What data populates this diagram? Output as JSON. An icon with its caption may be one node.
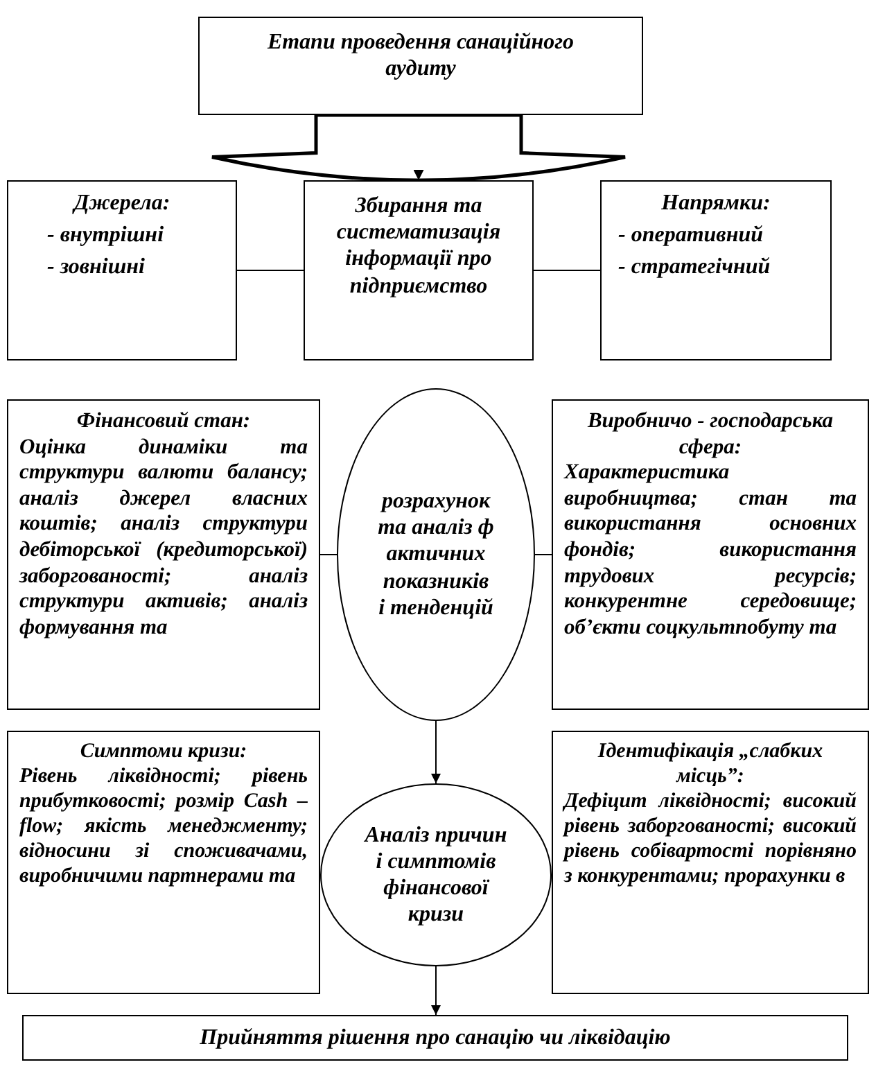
{
  "diagram": {
    "nodes": [
      {
        "text": [
          "Етапи проведення санаційного аудиту"
        ]
      },
      {
        "text": [
          "Джерела:",
          "- внутрішні",
          "- зовнішні"
        ]
      },
      {
        "text": [
          "Збирання та систематизація інформації про підприємство"
        ]
      },
      {
        "text": [
          "Напрямки:",
          "- оперативний",
          "- стратегічний"
        ]
      },
      {
        "text": [
          "Фінансовий стан:",
          "Оцінка динаміки та структури валюти балансу; аналіз джерел власних коштів; аналіз структури дебіторської (кредиторської) заборгованості; аналіз структури активів; аналіз формування та"
        ]
      },
      {
        "text": [
          "розрахунок та аналіз фактичних показників і тенденцій"
        ]
      },
      {
        "text": [
          "Виробничо - господарська сфера:",
          "Характеристика виробництва; стан та використання основних фондів; використання трудових ресурсів; конкурентне середовище; об’єкти соцкультпобуту та"
        ]
      },
      {
        "text": [
          "Симптоми кризи:",
          "Рівень ліквідності; рівень прибутковості; розмір Cash – flow; якість менеджменту; відносини зі споживачами, виробничими партнерами та"
        ]
      },
      {
        "text": [
          "Аналіз причин і симптомів фінансової кризи"
        ]
      },
      {
        "text": [
          "Ідентифікація „слабких місць”:",
          "Дефіцит ліквідності; високий рівень заборгованості; високий рівень собівартості порівняно з конкурентами; прорахунки в"
        ]
      },
      {
        "text": [
          "Прийняття рішення про санацію чи ліквідацію"
        ]
      }
    ],
    "edges": [
      {
        "from": 0,
        "to": 2,
        "arrow": "to",
        "style": "thick"
      },
      {
        "from": 1,
        "to": 2,
        "arrow": "none"
      },
      {
        "from": 2,
        "to": 3,
        "arrow": "none"
      },
      {
        "from": 4,
        "to": 5,
        "arrow": "none"
      },
      {
        "from": 5,
        "to": 6,
        "arrow": "none"
      },
      {
        "from": 5,
        "to": 8,
        "arrow": "to"
      },
      {
        "from": 8,
        "to": 10,
        "arrow": "to"
      }
    ]
  }
}
